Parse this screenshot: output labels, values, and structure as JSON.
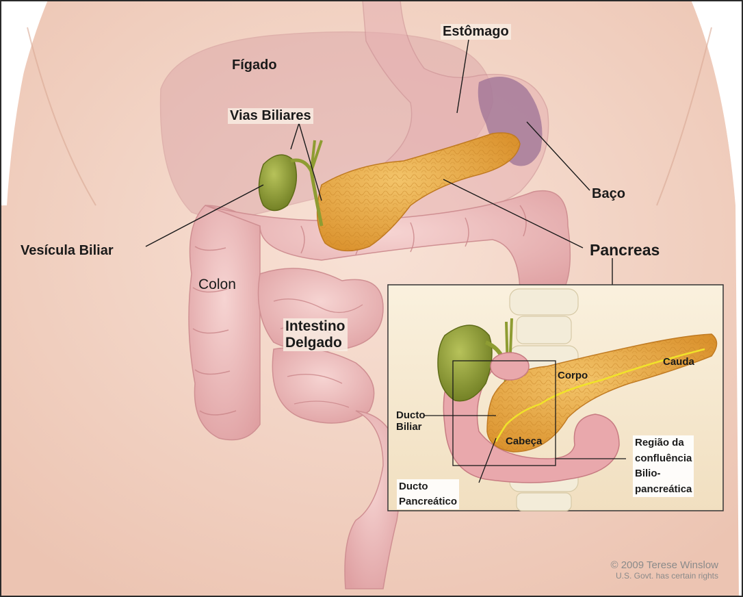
{
  "labels": {
    "estomago": "Estômago",
    "figado": "Fígado",
    "vias_biliares": "Vias Biliares",
    "baco": "Baço",
    "vesicula_biliar": "Vesícula Biliar",
    "pancreas": "Pancreas",
    "colon": "Colon",
    "intestino_delgado_1": "Intestino",
    "intestino_delgado_2": "Delgado"
  },
  "inset_labels": {
    "cauda": "Cauda",
    "corpo": "Corpo",
    "ducto_biliar_1": "Ducto",
    "ducto_biliar_2": "Biliar",
    "cabeca": "Cabeça",
    "regiao_1": "Região da",
    "regiao_2": "confluência",
    "regiao_3": "Bilio-",
    "regiao_4": "pancreática",
    "ducto_pancreatico_1": "Ducto",
    "ducto_pancreatico_2": "Pancreático"
  },
  "credit": {
    "line1": "© 2009 Terese Winslow",
    "line2": "U.S. Govt. has certain rights"
  },
  "colors": {
    "skin": "#f2d2c2",
    "pancreas": "#e7a73c",
    "gallbladder": "#8b9a3a",
    "intestine": "#eab4b4",
    "spleen": "#9c7196",
    "inset_bg": "#f7ebd3"
  }
}
